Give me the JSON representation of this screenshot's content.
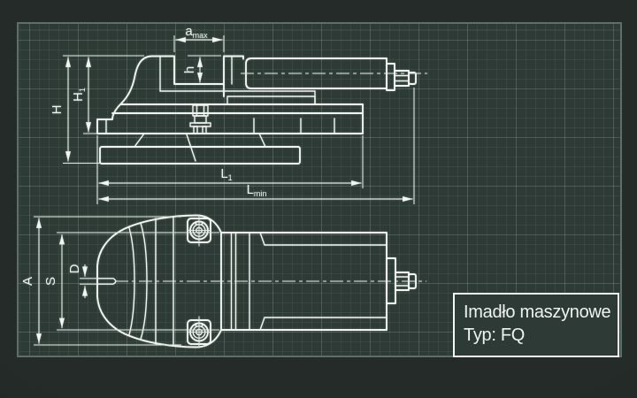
{
  "title_block": {
    "product_name": "Imadło maszynowe",
    "type_label": "Typ: FQ"
  },
  "dimension_labels": {
    "total_height": {
      "main": "H",
      "sub": ""
    },
    "body_height": {
      "main": "H",
      "sub": "1"
    },
    "max_jaw_opening": {
      "main": "a",
      "sub": "max"
    },
    "jaw_depth": {
      "main": "h",
      "sub": ""
    },
    "body_length": {
      "main": "L",
      "sub": "1"
    },
    "min_total_length": {
      "main": "L",
      "sub": "min"
    },
    "total_width": {
      "main": "A",
      "sub": ""
    },
    "jaw_width": {
      "main": "S",
      "sub": ""
    },
    "slot_diameter": {
      "main": "D",
      "sub": ""
    }
  },
  "colors": {
    "page_background": "#252b28",
    "sheet_background": "#2d3a35",
    "grid_minor": "rgba(190,220,205,0.07)",
    "grid_major": "rgba(190,220,205,0.15)",
    "frame_border": "#5d6f67",
    "line_work": "#f2f6f3",
    "line_thin": "#dde6e1",
    "text": "#eef4f0"
  }
}
